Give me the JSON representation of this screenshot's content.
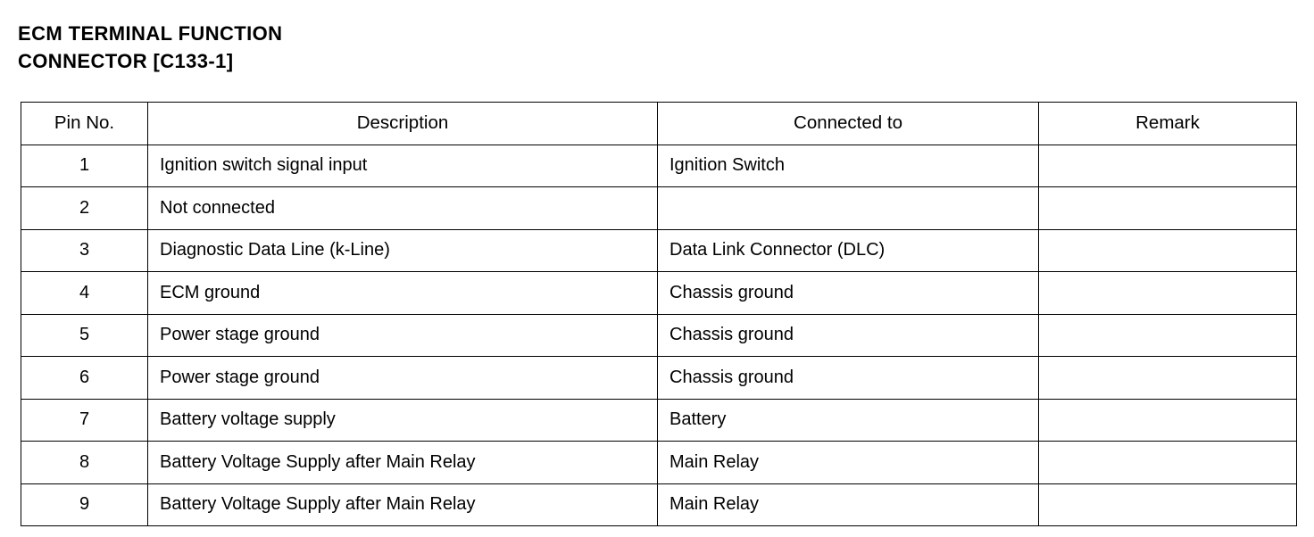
{
  "document": {
    "title_lines": [
      "ECM TERMINAL FUNCTION",
      "CONNECTOR [C133-1]"
    ],
    "colors": {
      "ink": "#000000",
      "paper": "#ffffff"
    }
  },
  "table": {
    "headers": {
      "pin": "Pin No.",
      "description": "Description",
      "connected_to": "Connected to",
      "remark": "Remark"
    },
    "rows": [
      {
        "pin": "1",
        "description": "Ignition switch signal input",
        "connected_to": "Ignition Switch",
        "remark": ""
      },
      {
        "pin": "2",
        "description": "Not connected",
        "connected_to": "",
        "remark": ""
      },
      {
        "pin": "3",
        "description": "Diagnostic Data Line (k-Line)",
        "connected_to": "Data Link Connector (DLC)",
        "remark": ""
      },
      {
        "pin": "4",
        "description": "ECM ground",
        "connected_to": "Chassis ground",
        "remark": ""
      },
      {
        "pin": "5",
        "description": "Power stage ground",
        "connected_to": "Chassis ground",
        "remark": ""
      },
      {
        "pin": "6",
        "description": "Power stage ground",
        "connected_to": "Chassis ground",
        "remark": ""
      },
      {
        "pin": "7",
        "description": "Battery voltage supply",
        "connected_to": "Battery",
        "remark": ""
      },
      {
        "pin": "8",
        "description": "Battery Voltage Supply after Main Relay",
        "connected_to": "Main Relay",
        "remark": ""
      },
      {
        "pin": "9",
        "description": "Battery Voltage Supply after Main Relay",
        "connected_to": "Main Relay",
        "remark": ""
      }
    ]
  }
}
